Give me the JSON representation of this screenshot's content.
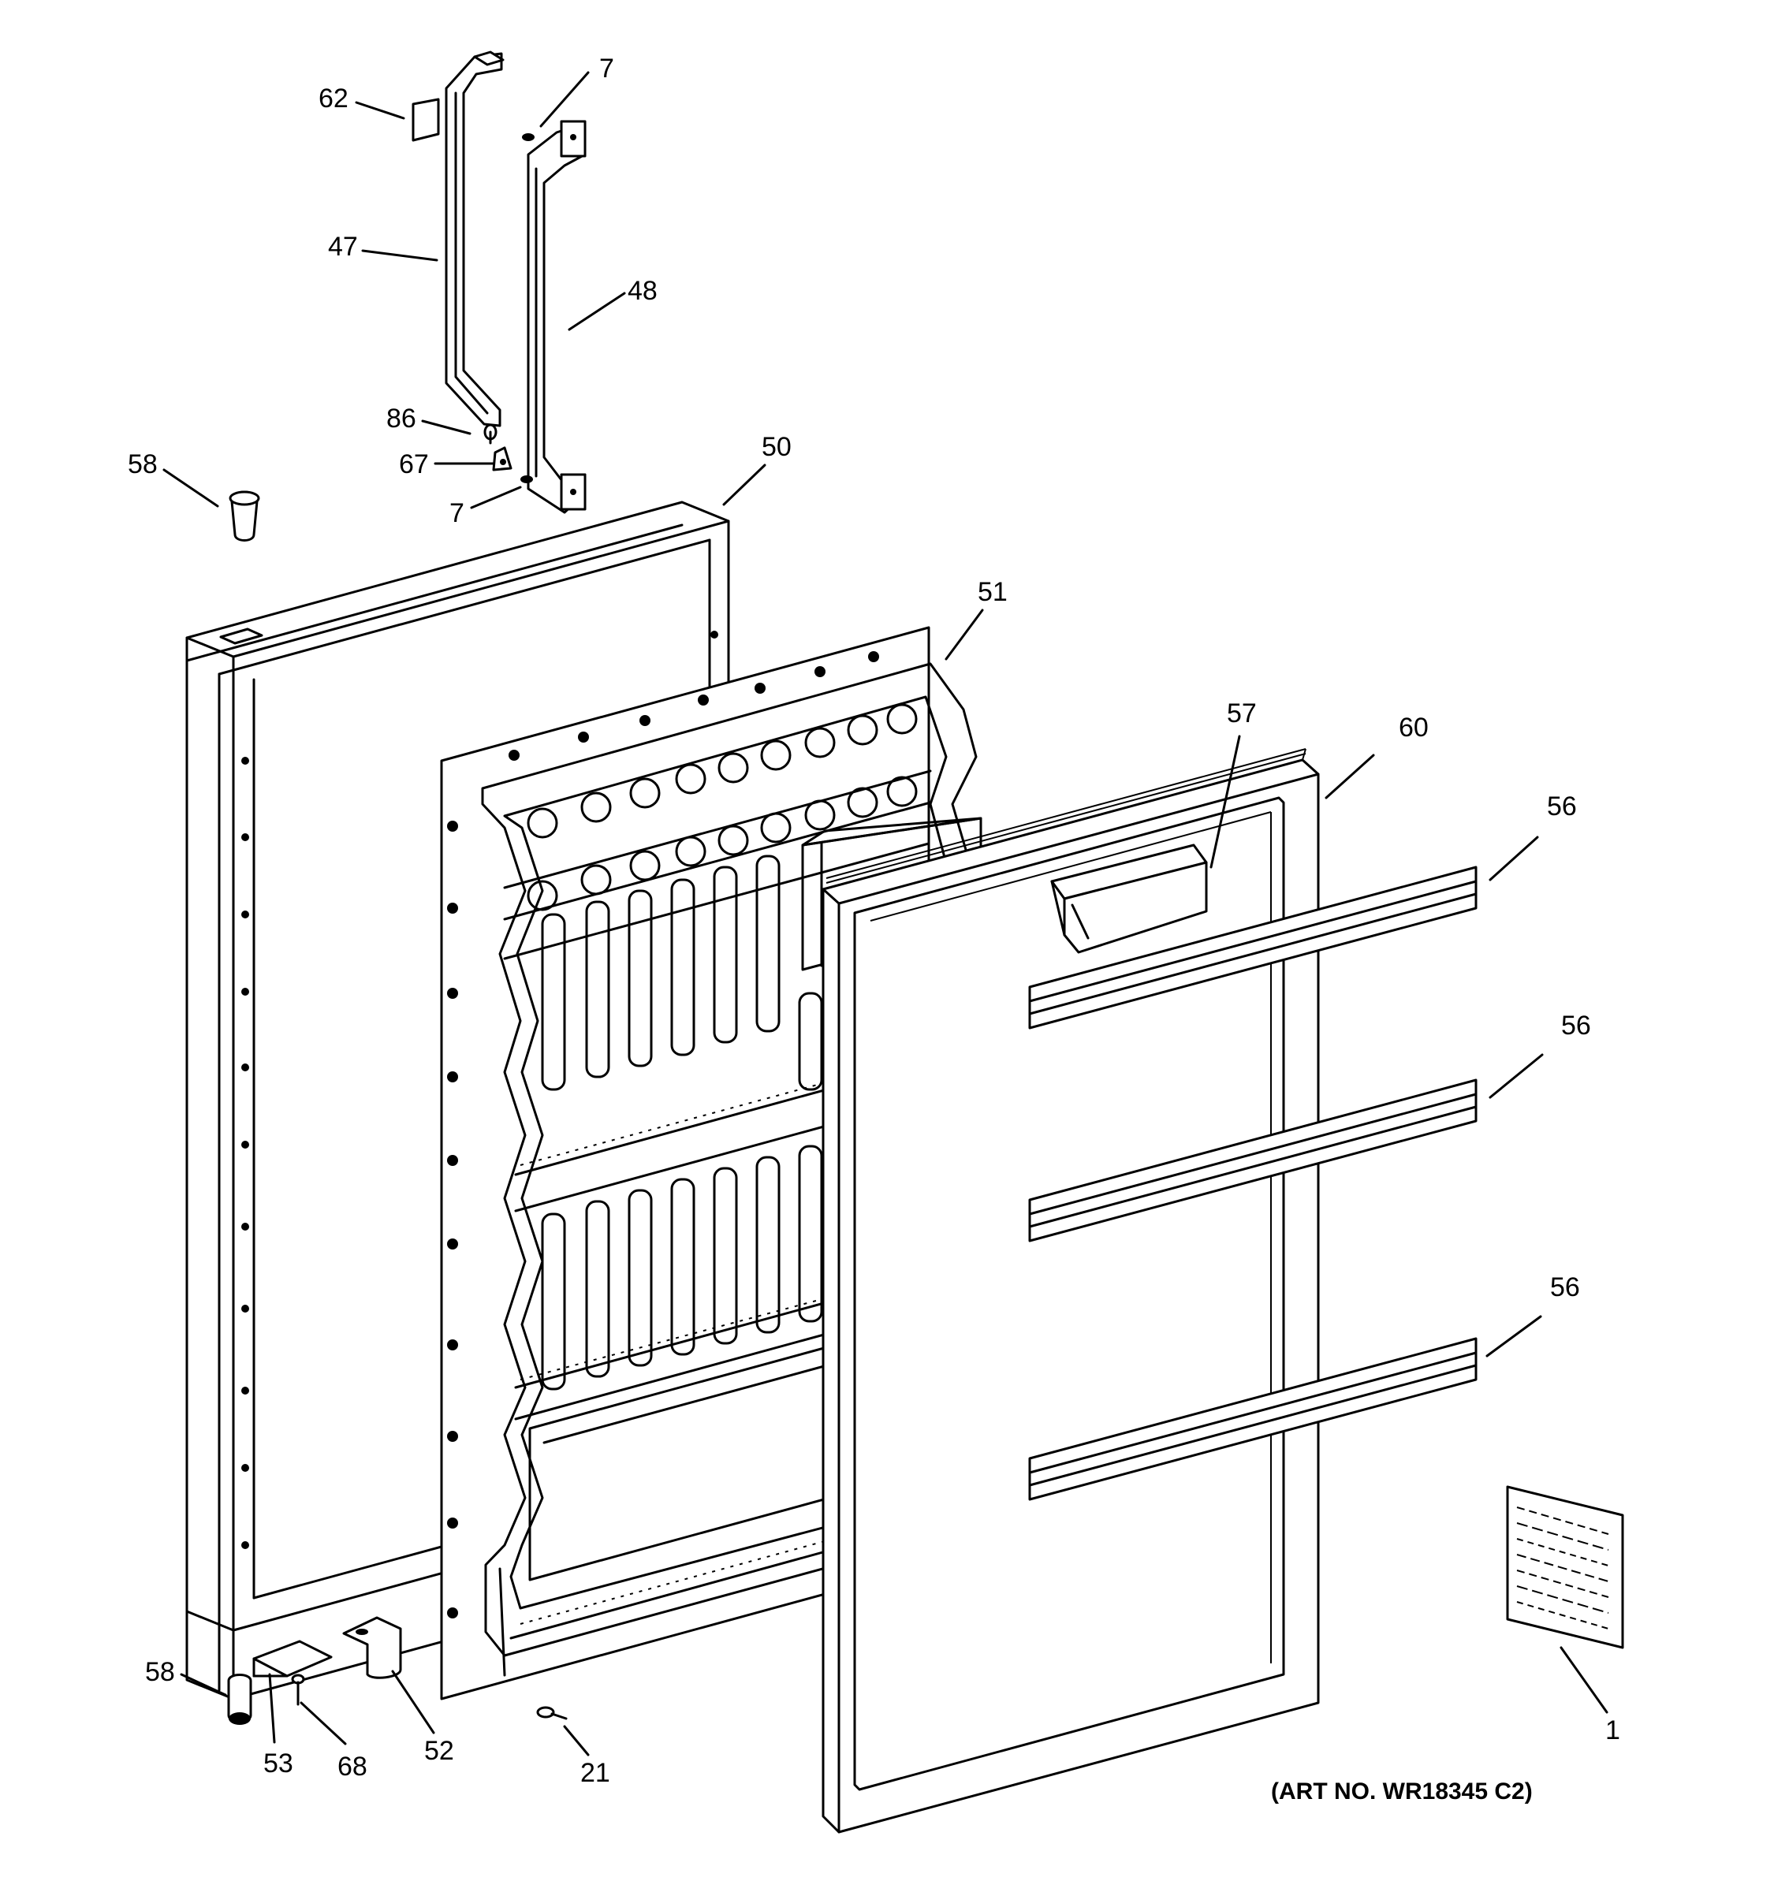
{
  "callouts": [
    "1",
    "7",
    "7",
    "21",
    "47",
    "48",
    "50",
    "51",
    "52",
    "53",
    "56",
    "56",
    "56",
    "57",
    "58",
    "58",
    "60",
    "62",
    "67",
    "68",
    "86"
  ],
  "art_number": "(ART NO. WR18345 C2)"
}
